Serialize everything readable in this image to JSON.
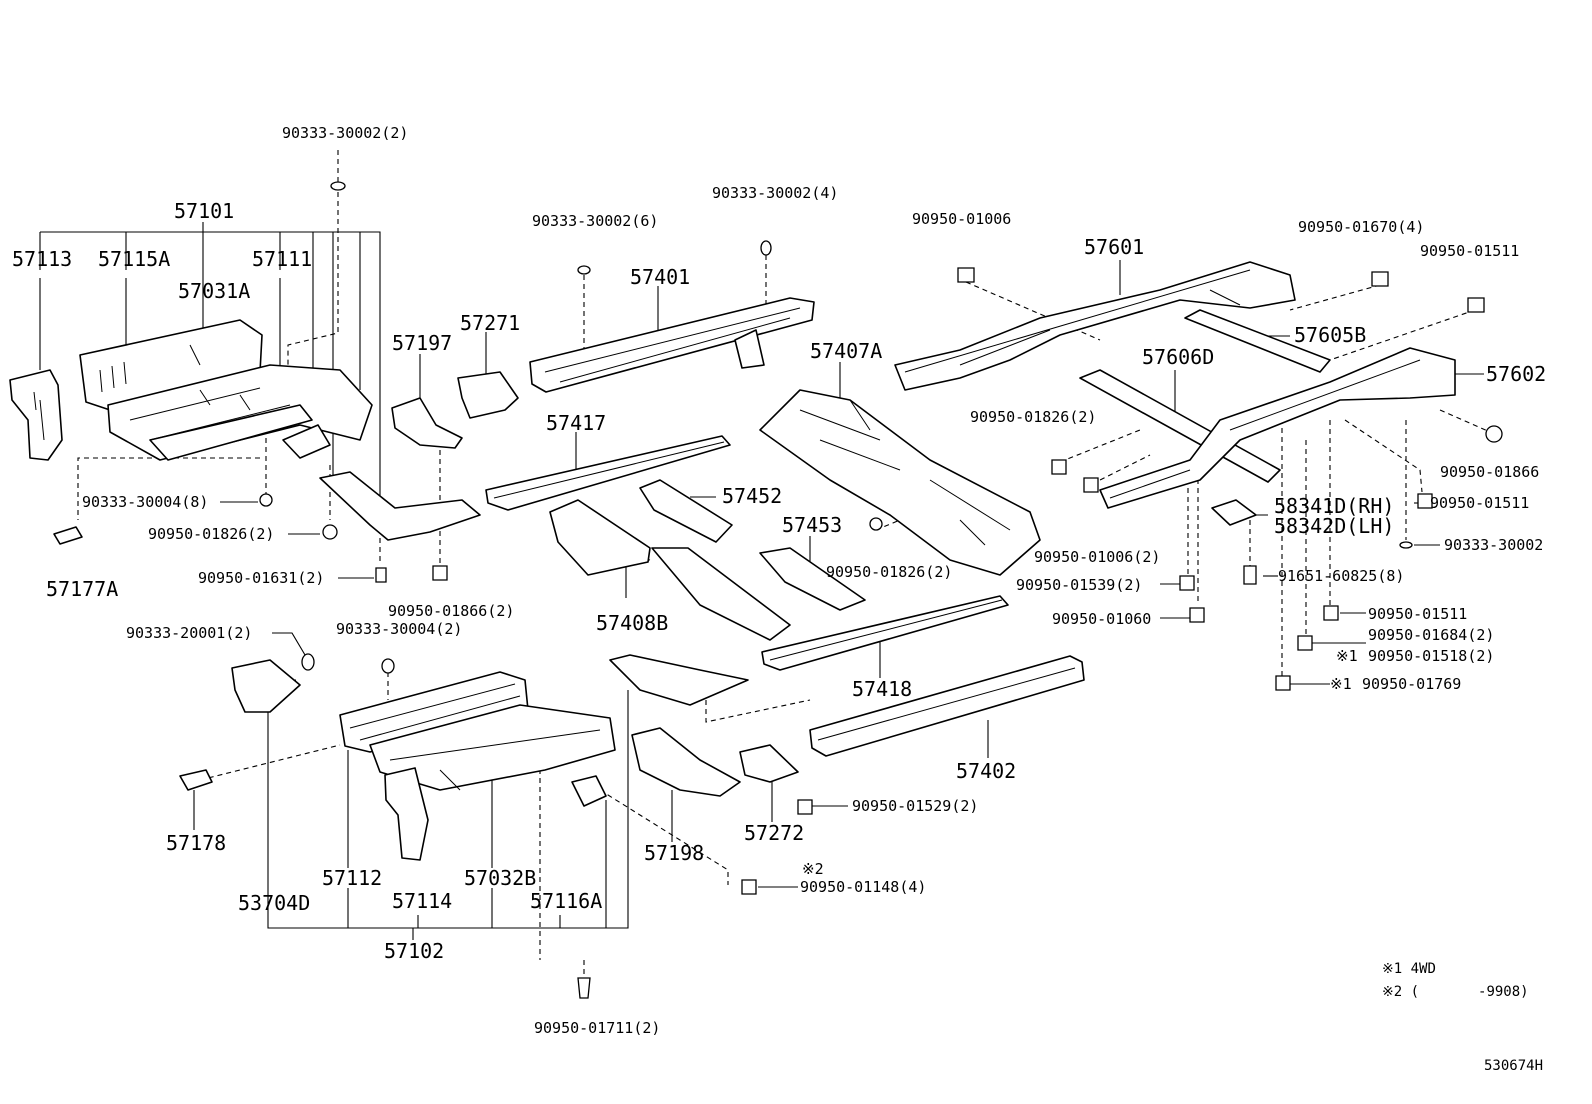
{
  "labels": {
    "p57101": "57101",
    "p57113": "57113",
    "p57115A": "57115A",
    "p57111": "57111",
    "p57031A": "57031A",
    "f90333_30002_2": "90333-30002(2)",
    "p57197": "57197",
    "p57271": "57271",
    "f90333_30004_8": "90333-30004(8)",
    "f90950_01826_2a": "90950-01826(2)",
    "f90950_01631_2": "90950-01631(2)",
    "p57177A": "57177A",
    "f90950_01866_2": "90950-01866(2)",
    "f90333_30002_6": "90333-30002(6)",
    "f90333_30002_4": "90333-30002(4)",
    "p57401": "57401",
    "p57417": "57417",
    "p57452": "57452",
    "p57453": "57453",
    "p57408B": "57408B",
    "p57407A": "57407A",
    "f90950_01826_2b": "90950-01826(2)",
    "f90950_01006": "90950-01006",
    "p57601": "57601",
    "f90950_01670_4": "90950-01670(4)",
    "f90950_01511a": "90950-01511",
    "p57605B": "57605B",
    "p57606D": "57606D",
    "p57602": "57602",
    "f90950_01826_2c": "90950-01826(2)",
    "f90950_01866": "90950-01866",
    "f90950_01511b": "90950-01511",
    "p58341D": "58341D(RH)",
    "p58342D": "58342D(LH)",
    "f90333_30002": "90333-30002",
    "f90950_01006_2": "90950-01006(2)",
    "f90950_01539_2": "90950-01539(2)",
    "f91651_60825_8": "91651-60825(8)",
    "f90950_01060": "90950-01060",
    "f90950_01511c": "90950-01511",
    "f90950_01684_2": "90950-01684(2)",
    "mark1a": "※1",
    "f90950_01518_2": "90950-01518(2)",
    "mark1b": "※1",
    "f90950_01769": "90950-01769",
    "f90333_20001_2": "90333-20001(2)",
    "f90333_30004_2": "90333-30004(2)",
    "p57178": "57178",
    "p53704D": "53704D",
    "p57112": "57112",
    "p57114": "57114",
    "p57032B": "57032B",
    "p57116A": "57116A",
    "p57102": "57102",
    "p57198": "57198",
    "p57272": "57272",
    "p57418": "57418",
    "p57402": "57402",
    "f90950_01529_2": "90950-01529(2)",
    "mark2": "※2",
    "f90950_01148_4": "90950-01148(4)",
    "f90950_01711_2": "90950-01711(2)"
  },
  "legend": {
    "note1": "※1 4WD",
    "note2": "※2 (       -9908)"
  },
  "diagram_id": "530674H"
}
